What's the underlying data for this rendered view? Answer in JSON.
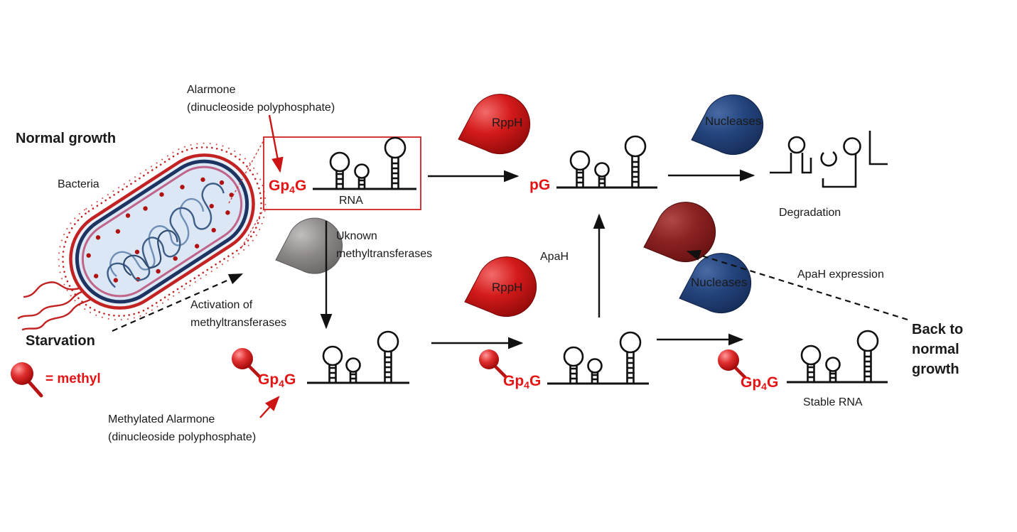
{
  "labels": {
    "normal_growth": "Normal growth",
    "bacteria": "Bacteria",
    "alarmone_1": "Alarmone",
    "alarmone_2": "(dinucleoside polyphosphate)",
    "rna": "RNA",
    "rpph": "RppH",
    "pg": "pG",
    "nucleases": "Nucleases",
    "degradation": "Degradation",
    "unknown_1": "Uknown",
    "unknown_2": "methyltransferases",
    "activation_1": "Activation of",
    "activation_2": "methyltransferases",
    "starvation": "Starvation",
    "methyl": "= methyl",
    "methylated_1": "Methylated Alarmone",
    "methylated_2": "(dinucleoside polyphosphate)",
    "apah": "ApaH",
    "apah_expression": "ApaH expression",
    "back_1": "Back to",
    "back_2": "normal",
    "back_3": "growth",
    "stable_rna": "Stable RNA",
    "gp4g": {
      "pre": "Gp",
      "sub": "4",
      "post": "G"
    }
  },
  "colors": {
    "enzyme_red": "#d41a1a",
    "enzyme_navy": "#24457e",
    "enzyme_maroon": "#8c2222",
    "enzyme_gray": "#8d8888",
    "text_red": "#e51414",
    "outline_black": "#111111",
    "bacteria_red": "#c32222"
  }
}
